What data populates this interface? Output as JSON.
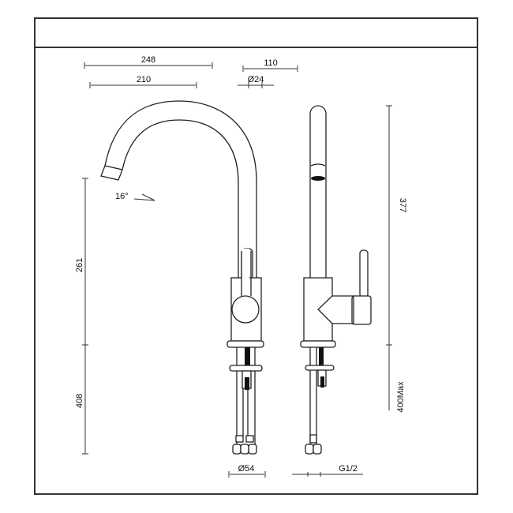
{
  "drawing": {
    "title": "",
    "subject": "Kitchen mixer tap technical drawing",
    "views": [
      "front-view",
      "side-view"
    ]
  },
  "dimensions": {
    "overall_reach": "248",
    "spout_reach": "210",
    "side_depth": "110",
    "spout_diameter": "Ø24",
    "spout_angle": "16°",
    "spout_height": "261",
    "hose_length_front": "408",
    "total_height": "377",
    "hose_length_side": "400Max",
    "base_diameter": "Ø54",
    "connection_thread": "G1/2"
  },
  "colors": {
    "line": "#222222",
    "background": "#ffffff",
    "frame": "#333333"
  }
}
